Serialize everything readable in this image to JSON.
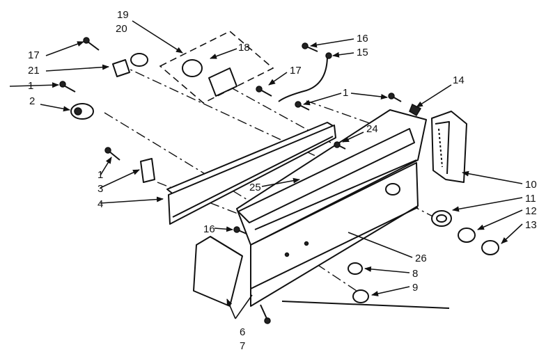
{
  "diagram": {
    "callouts": [
      {
        "id": "19",
        "text": "19"
      },
      {
        "id": "20",
        "text": "20"
      },
      {
        "id": "18",
        "text": "18"
      },
      {
        "id": "17a",
        "text": "17"
      },
      {
        "id": "21",
        "text": "21"
      },
      {
        "id": "1a",
        "text": "1"
      },
      {
        "id": "2",
        "text": "2"
      },
      {
        "id": "16a",
        "text": "16"
      },
      {
        "id": "15",
        "text": "15"
      },
      {
        "id": "17b",
        "text": "17"
      },
      {
        "id": "1b",
        "text": "1"
      },
      {
        "id": "14",
        "text": "14"
      },
      {
        "id": "24",
        "text": "24"
      },
      {
        "id": "1c",
        "text": "1"
      },
      {
        "id": "3",
        "text": "3"
      },
      {
        "id": "4",
        "text": "4"
      },
      {
        "id": "25",
        "text": "25"
      },
      {
        "id": "10",
        "text": "10"
      },
      {
        "id": "11",
        "text": "11"
      },
      {
        "id": "12",
        "text": "12"
      },
      {
        "id": "13",
        "text": "13"
      },
      {
        "id": "16b",
        "text": "16"
      },
      {
        "id": "26",
        "text": "26"
      },
      {
        "id": "8",
        "text": "8"
      },
      {
        "id": "9",
        "text": "9"
      },
      {
        "id": "6",
        "text": "6"
      },
      {
        "id": "7",
        "text": "7"
      }
    ]
  }
}
